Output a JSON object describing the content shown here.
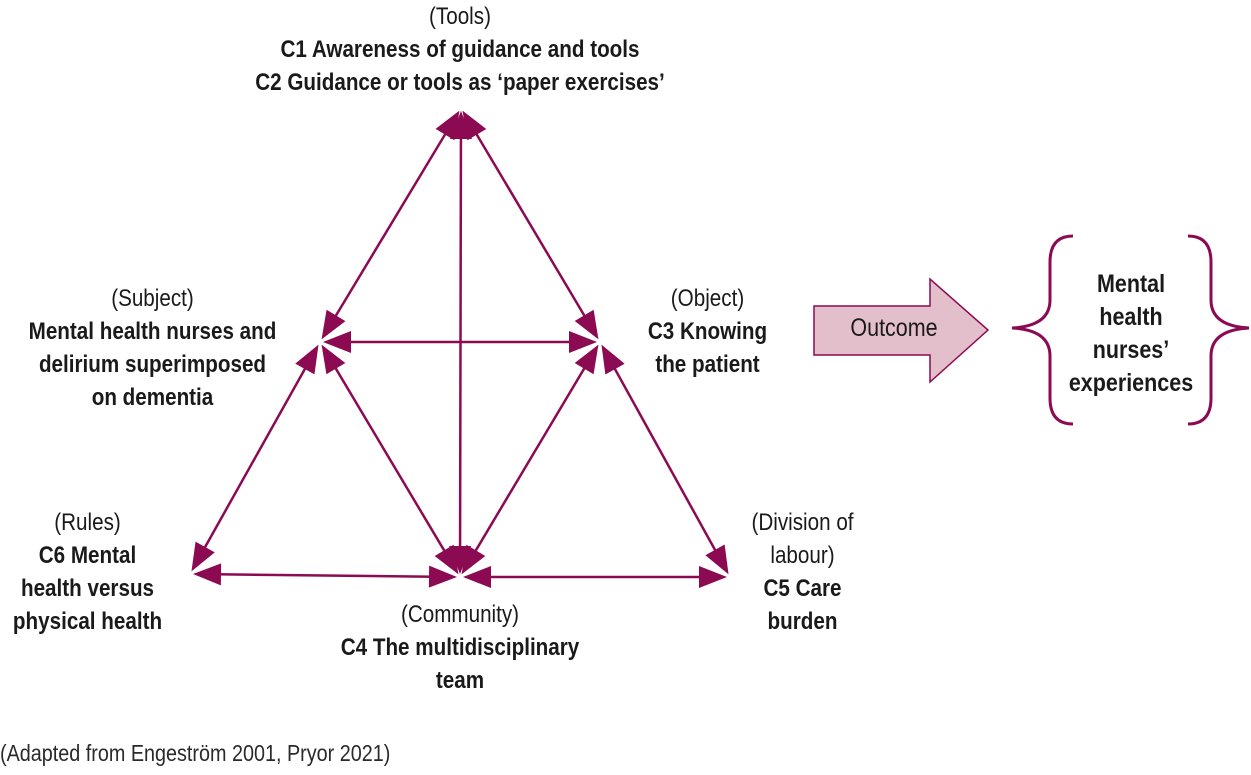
{
  "colors": {
    "accent": "#8C0A52",
    "outcome_fill": "#E3BECB",
    "text": "#1a1a1a"
  },
  "nodes": {
    "tools": {
      "category": "(Tools)",
      "lines": [
        "C1 Awareness of guidance and tools",
        "C2 Guidance or tools as ‘paper exercises’"
      ]
    },
    "subject": {
      "category": "(Subject)",
      "lines": [
        "Mental health nurses and",
        "delirium superimposed",
        "on dementia"
      ]
    },
    "object": {
      "category": "(Object)",
      "lines": [
        "C3 Knowing",
        "the patient"
      ]
    },
    "rules": {
      "category": "(Rules)",
      "lines": [
        "C6 Mental",
        "health versus",
        "physical health"
      ]
    },
    "community": {
      "category": "(Community)",
      "lines": [
        "C4 The multidisciplinary",
        "team"
      ]
    },
    "division": {
      "category_lines": [
        "(Division of",
        "labour)"
      ],
      "lines": [
        "C5 Care",
        "burden"
      ]
    }
  },
  "outcome": {
    "label": "Outcome",
    "result_lines": [
      "Mental",
      "health",
      "nurses’",
      "experiences"
    ]
  },
  "caption": "(Adapted from Engeström 2001, Pryor 2021)",
  "connections": [
    {
      "from": "tools",
      "to": "subject"
    },
    {
      "from": "tools",
      "to": "object"
    },
    {
      "from": "tools",
      "to": "community"
    },
    {
      "from": "subject",
      "to": "object"
    },
    {
      "from": "subject",
      "to": "rules"
    },
    {
      "from": "subject",
      "to": "community"
    },
    {
      "from": "object",
      "to": "community"
    },
    {
      "from": "object",
      "to": "division"
    },
    {
      "from": "rules",
      "to": "community"
    },
    {
      "from": "community",
      "to": "division"
    }
  ]
}
